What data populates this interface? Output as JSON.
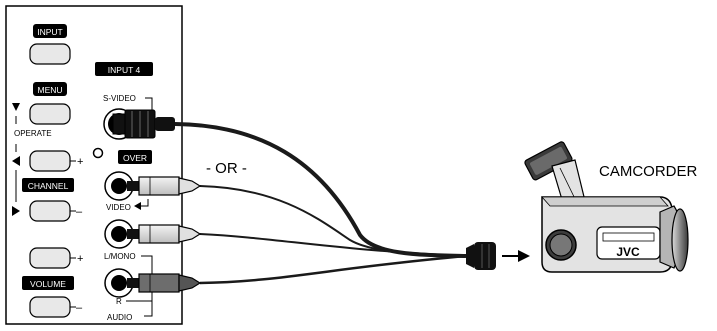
{
  "panel": {
    "input_button": "INPUT",
    "menu_button": "MENU",
    "operate_label": "OPERATE",
    "channel_label": "CHANNEL",
    "volume_label": "VOLUME",
    "plus": "+",
    "minus": "–",
    "input4_label": "INPUT  4",
    "svideo_label": "S-VIDEO",
    "over_label": "OVER",
    "video_label": "VIDEO",
    "lmono_label": "L/MONO",
    "r_label": "R",
    "audio_label": "AUDIO"
  },
  "diagram": {
    "or_label": "- OR -",
    "camcorder_label": "CAMCORDER",
    "brand": "JVC"
  },
  "colors": {
    "ink": "#000000",
    "paper": "#ffffff",
    "panel_button": "#e8e8e8",
    "camcorder_body": "#e3e3e3",
    "camcorder_dark": "#4a4a4a",
    "cable_dark": "#1a1a1a"
  }
}
